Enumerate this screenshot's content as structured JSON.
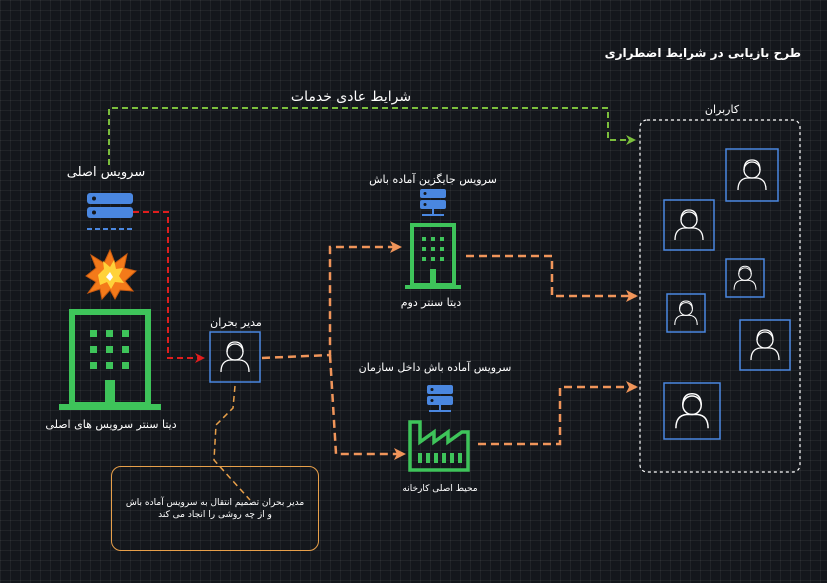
{
  "title": "طرح بازیابی در شرایط اضطراری",
  "normal_conditions_label": "شرایط عادی خدمات",
  "users_label": "کاربران",
  "main_service_label": "سرویس اصلی",
  "main_datacenter_label": "دیتا سنتر سرویس های اصلی",
  "crisis_manager_label": "مدیر بحران",
  "standby_service_label": "سرویس جایگزین آماده باش",
  "second_datacenter_label": "دیتا سنتر دوم",
  "internal_standby_label": "سرویس آماده باش داخل سازمان",
  "factory_label": "محیط اصلی کارخانه",
  "note": {
    "line1": "مدیر بحران تصمیم انتقال به سرویس آماده باش",
    "line2": "و از چه روشی را انجاد می کند"
  },
  "colors": {
    "background": "#14171c",
    "green": "#3ec45a",
    "blue": "#4a87e0",
    "red": "#e01e1e",
    "orange": "#f0955a",
    "lime_dashed": "#7bbf3c",
    "user_box": "#4a87e0",
    "note_border": "#e8a04a"
  },
  "icons": [
    "server-icon",
    "explosion-icon",
    "building-icon",
    "user-icon",
    "factory-icon"
  ]
}
